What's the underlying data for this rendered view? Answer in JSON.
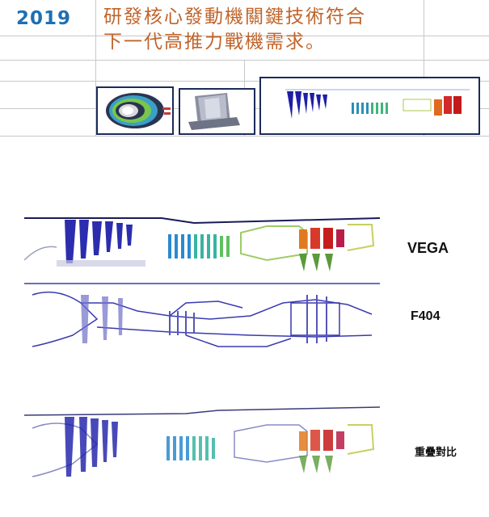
{
  "header": {
    "year": "2019",
    "description_line1": "研發核心發動機關鍵技術符合",
    "description_line2": "下一代高推力戰機需求。"
  },
  "engines": [
    {
      "label": "VEGA"
    },
    {
      "label": "F404"
    },
    {
      "label": "重疊對比"
    }
  ]
}
